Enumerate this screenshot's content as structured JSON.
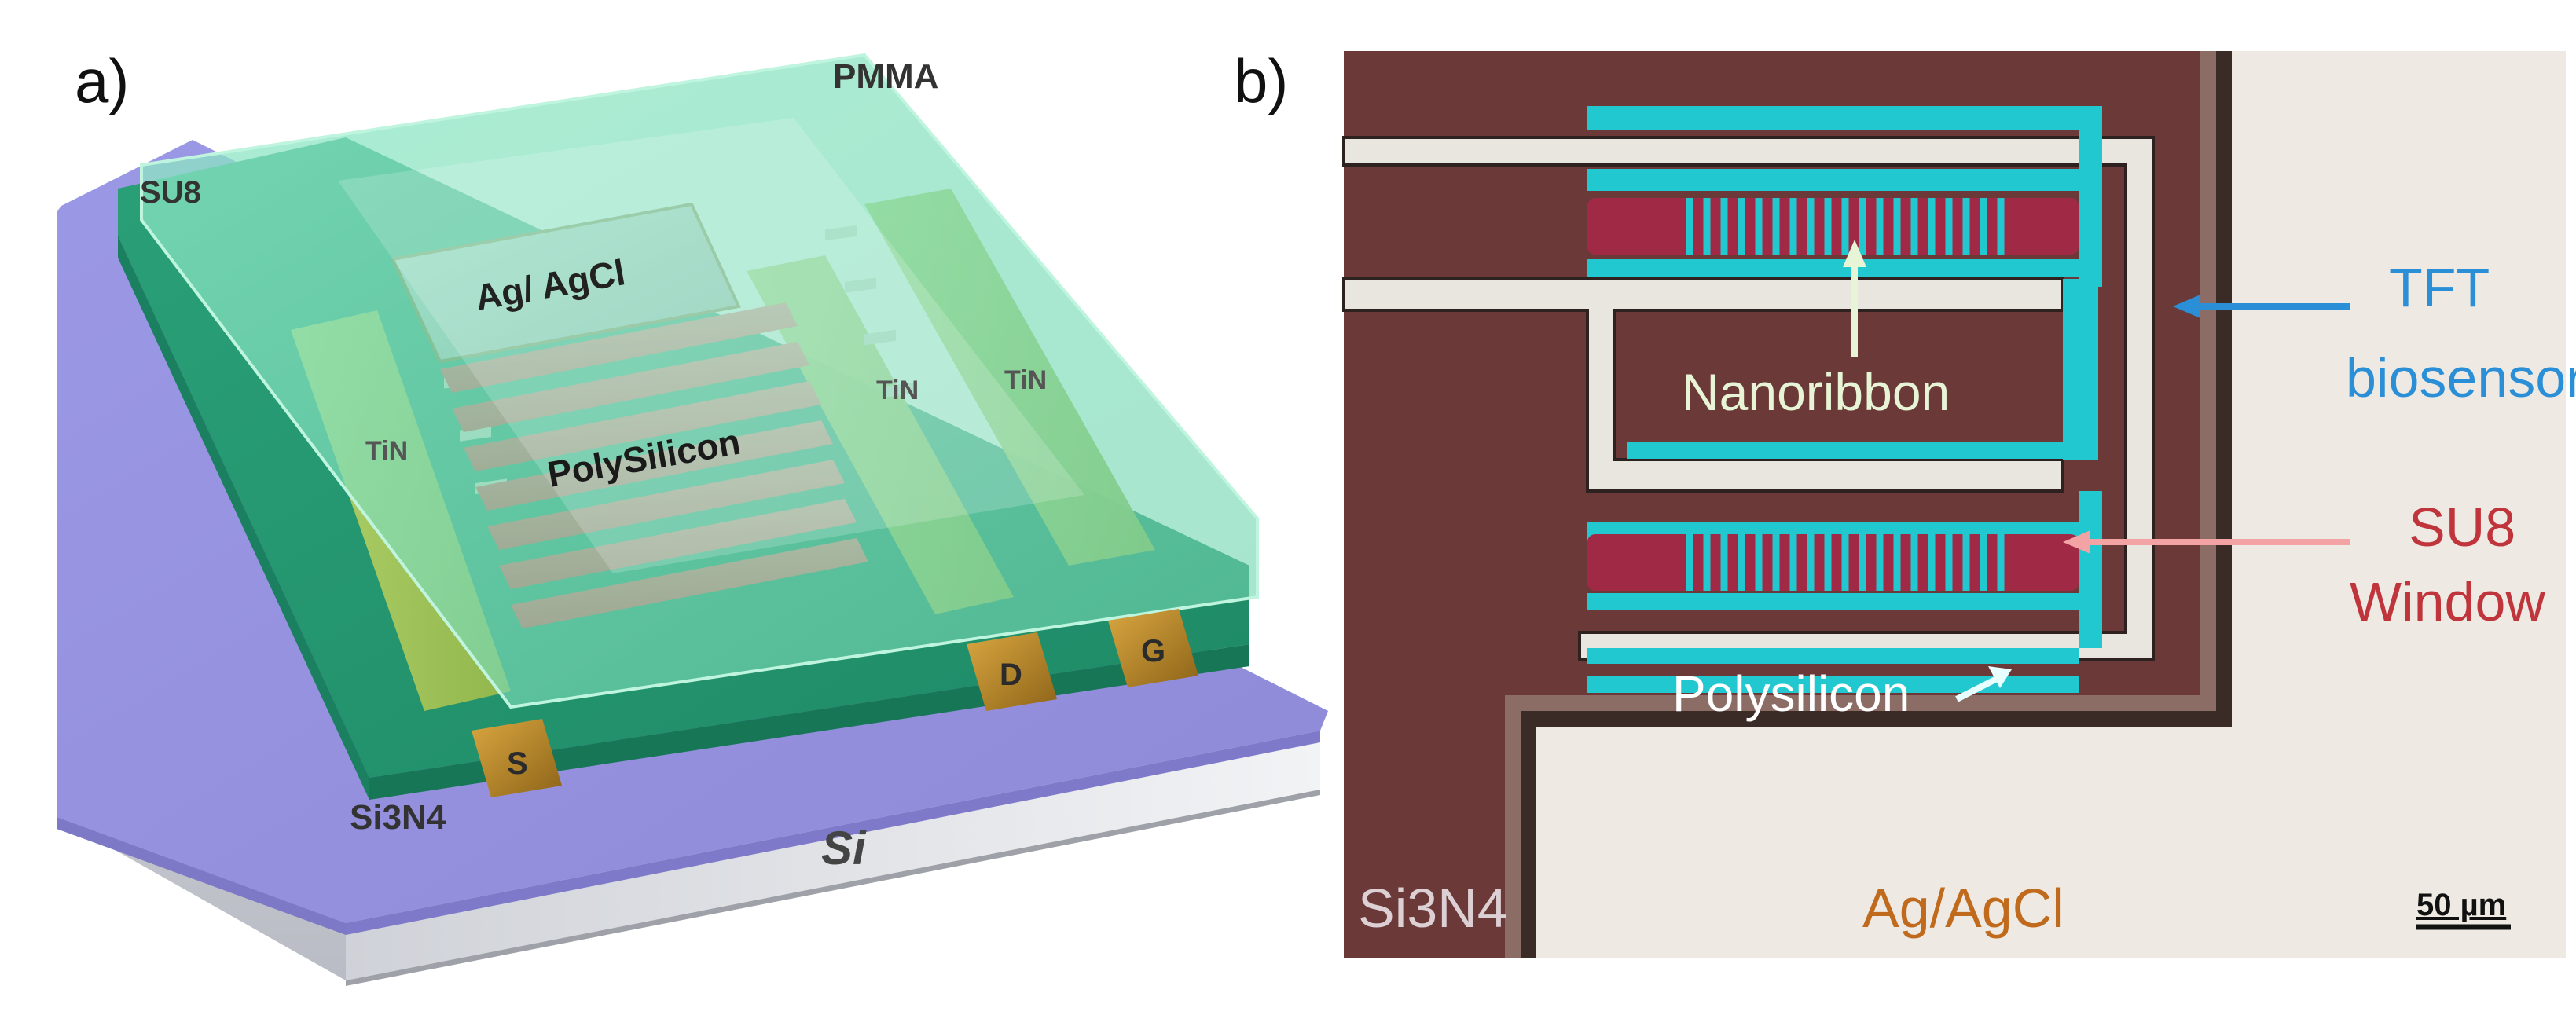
{
  "panels": {
    "a": {
      "tag": "a)",
      "labels": {
        "pmma": "PMMA",
        "su8": "SU8",
        "agagcl": "Ag/ AgCl",
        "polysilicon": "PolySilicon",
        "tin_left": "TiN",
        "tin_right_inner": "TiN",
        "tin_right_outer": "TiN",
        "si3n4": "Si3N4",
        "si": "Si",
        "pad_source": "S",
        "pad_drain": "D",
        "pad_gate": "G"
      }
    },
    "b": {
      "tag": "b)",
      "labels": {
        "tft_line1": "TFT",
        "tft_line2": "biosensor",
        "nanoribbon": "Nanoribbon",
        "su8_line1": "SU8",
        "su8_line2": "Window",
        "polysilicon": "Polysilicon",
        "si3n4": "Si3N4",
        "agagcl": "Ag/AgCl",
        "scale_bar": "50 µm"
      },
      "colors": {
        "si3n4_bg": "#6b3a38",
        "agagcl_bg": "#eeeae3",
        "cyan": "#22c8cf",
        "su8_window": "#a02a45",
        "tft_text": "#2a8fd6",
        "su8_text": "#c0343c",
        "agagcl_text": "#c06a1e",
        "si3n4_text": "#ddd0d4"
      }
    }
  }
}
